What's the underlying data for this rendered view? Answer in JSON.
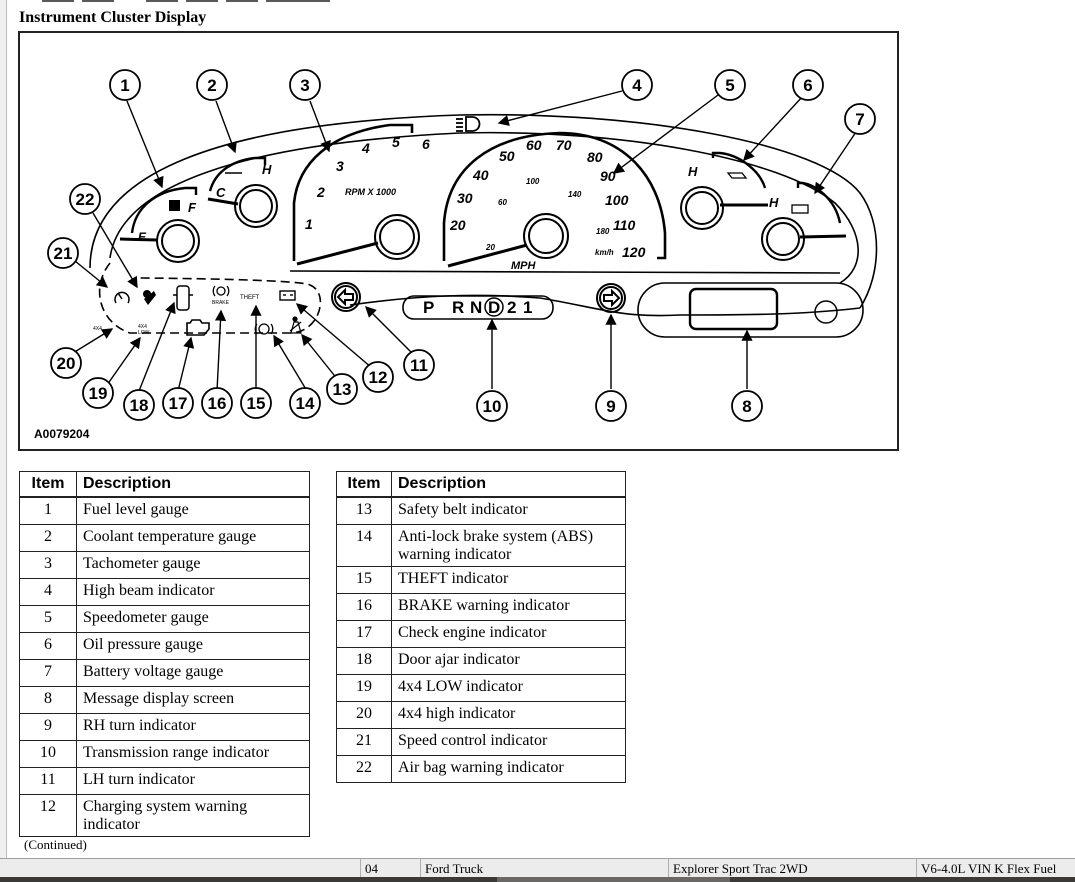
{
  "document": {
    "title": "Instrument Cluster Display",
    "figure_id": "A0079204",
    "continued_note": "(Continued)"
  },
  "diagram": {
    "callouts": [
      "1",
      "2",
      "3",
      "4",
      "5",
      "6",
      "7",
      "8",
      "9",
      "10",
      "11",
      "12",
      "13",
      "14",
      "15",
      "16",
      "17",
      "18",
      "19",
      "20",
      "21",
      "22"
    ],
    "tachometer": {
      "ticks": [
        "1",
        "2",
        "3",
        "4",
        "5",
        "6"
      ],
      "unit_label": "RPM X 1000"
    },
    "speedometer": {
      "mph_ticks": [
        "20",
        "30",
        "40",
        "50",
        "60",
        "70",
        "80",
        "90",
        "100",
        "110",
        "120"
      ],
      "kmh_ticks": [
        "20",
        "60",
        "100",
        "140",
        "180"
      ],
      "mph_label": "MPH",
      "kmh_label": "km/h"
    },
    "fuel_gauge": {
      "low": "E",
      "high": "F"
    },
    "coolant_gauge": {
      "low": "C",
      "high": "H"
    },
    "oil_gauge": {
      "high": "H"
    },
    "battery_gauge": {
      "high": "H"
    },
    "prndl": [
      "P",
      "R",
      "N",
      "D",
      "2",
      "1"
    ],
    "indicator_labels": {
      "brake": "BRAKE",
      "theft": "THEFT",
      "four_high": "4X4",
      "four_low_top": "4X4",
      "four_low_bottom": "LOW",
      "abs": "ABS"
    }
  },
  "table_left": {
    "headers": [
      "Item",
      "Description"
    ],
    "rows": [
      {
        "item": "1",
        "desc": "Fuel level gauge"
      },
      {
        "item": "2",
        "desc": "Coolant temperature gauge"
      },
      {
        "item": "3",
        "desc": "Tachometer gauge"
      },
      {
        "item": "4",
        "desc": "High beam indicator"
      },
      {
        "item": "5",
        "desc": "Speedometer gauge"
      },
      {
        "item": "6",
        "desc": "Oil pressure gauge"
      },
      {
        "item": "7",
        "desc": "Battery voltage gauge"
      },
      {
        "item": "8",
        "desc": "Message display screen"
      },
      {
        "item": "9",
        "desc": "RH turn indicator"
      },
      {
        "item": "10",
        "desc": "Transmission range indicator"
      },
      {
        "item": "11",
        "desc": "LH turn indicator"
      },
      {
        "item": "12",
        "desc": "Charging system warning indicator"
      }
    ]
  },
  "table_right": {
    "headers": [
      "Item",
      "Description"
    ],
    "rows": [
      {
        "item": "13",
        "desc": "Safety belt indicator"
      },
      {
        "item": "14",
        "desc": "Anti-lock brake system (ABS) warning indicator"
      },
      {
        "item": "15",
        "desc": "THEFT indicator"
      },
      {
        "item": "16",
        "desc": "BRAKE warning indicator"
      },
      {
        "item": "17",
        "desc": "Check engine indicator"
      },
      {
        "item": "18",
        "desc": "Door ajar indicator"
      },
      {
        "item": "19",
        "desc": "4x4 LOW indicator"
      },
      {
        "item": "20",
        "desc": "4x4 high indicator"
      },
      {
        "item": "21",
        "desc": "Speed control indicator"
      },
      {
        "item": "22",
        "desc": "Air bag warning indicator"
      }
    ]
  },
  "footer": {
    "page": "04",
    "make": "Ford Truck",
    "model": "Explorer Sport Trac 2WD",
    "engine": "V6-4.0L VIN K Flex Fuel"
  }
}
